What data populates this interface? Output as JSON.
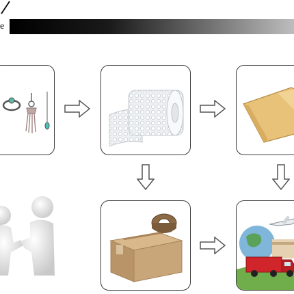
{
  "header": {
    "label": "e",
    "bar_gradient": [
      "#000000",
      "#bdbdbd"
    ]
  },
  "steps": [
    {
      "name": "jewelry",
      "icon": "jewelry-illustration"
    },
    {
      "name": "bubble-wrap",
      "icon": "bubble-wrap-roll"
    },
    {
      "name": "padded-envelope",
      "icon": "kraft-bubble-mailer"
    },
    {
      "name": "handshake",
      "icon": "handshake-figures"
    },
    {
      "name": "carton-box",
      "icon": "taped-cardboard-box"
    },
    {
      "name": "global-shipping",
      "icon": "truck-plane-globe"
    }
  ],
  "colors": {
    "border": "#3a3a3a",
    "envelope": "#e9c27a",
    "box": "#c9a57a",
    "truck": "#d0262b"
  }
}
